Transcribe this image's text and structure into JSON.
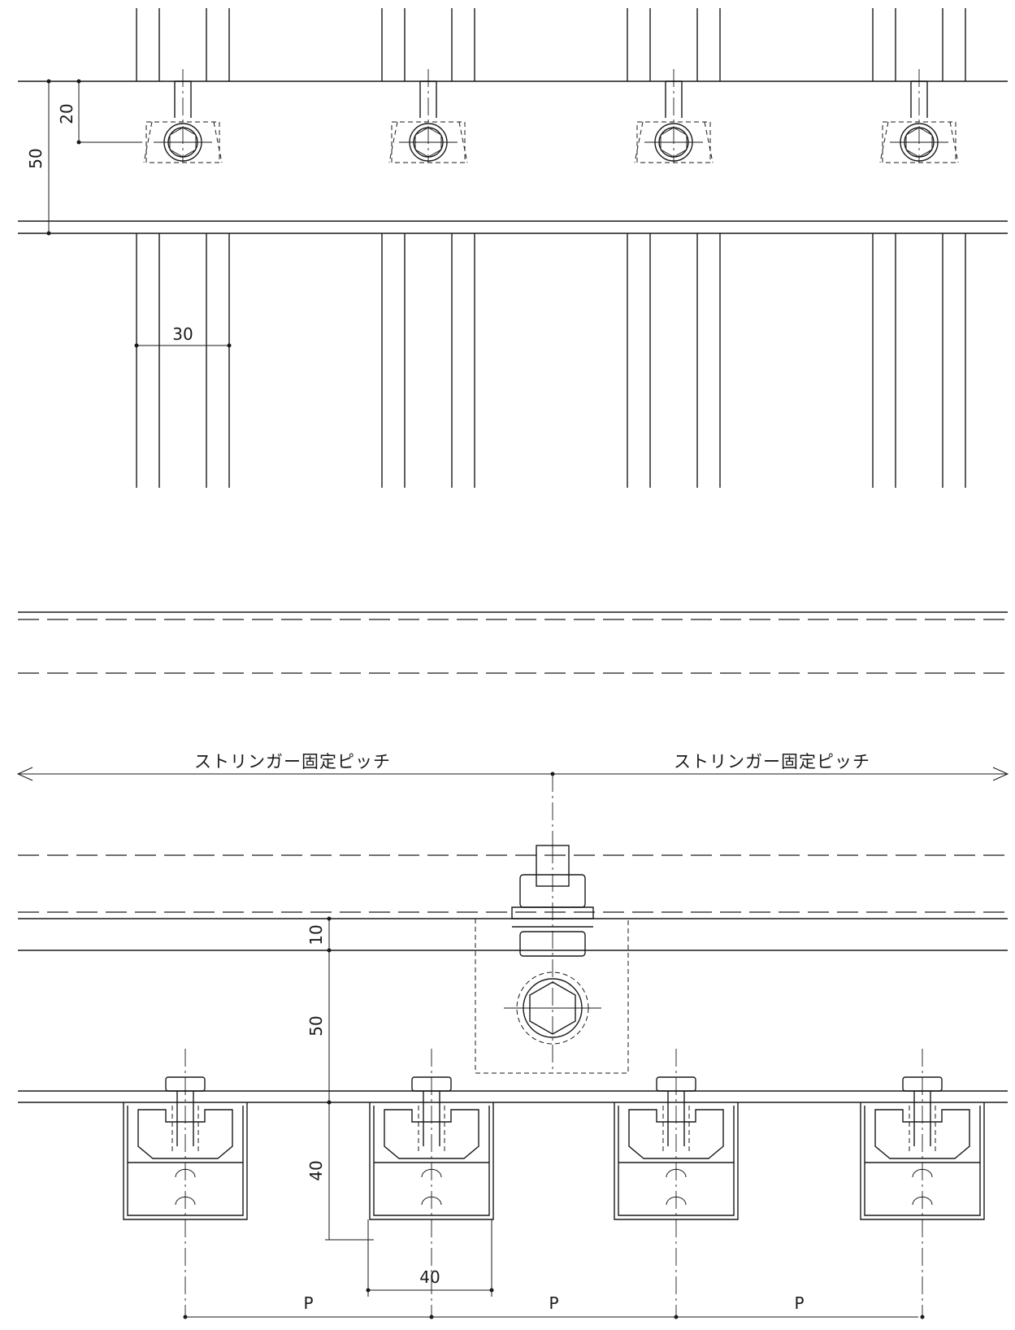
{
  "plan_view": {
    "dim_depth": "50",
    "dim_offset": "20",
    "dim_width": "30"
  },
  "section_view": {
    "pitch_label_left": "ストリンガー固定ピッチ",
    "pitch_label_right": "ストリンガー固定ピッチ",
    "dim_plate": "10",
    "dim_beam": "50",
    "dim_rail": "40",
    "dim_rail_width": "40",
    "pitch_labels": [
      "P",
      "P",
      "P"
    ]
  }
}
